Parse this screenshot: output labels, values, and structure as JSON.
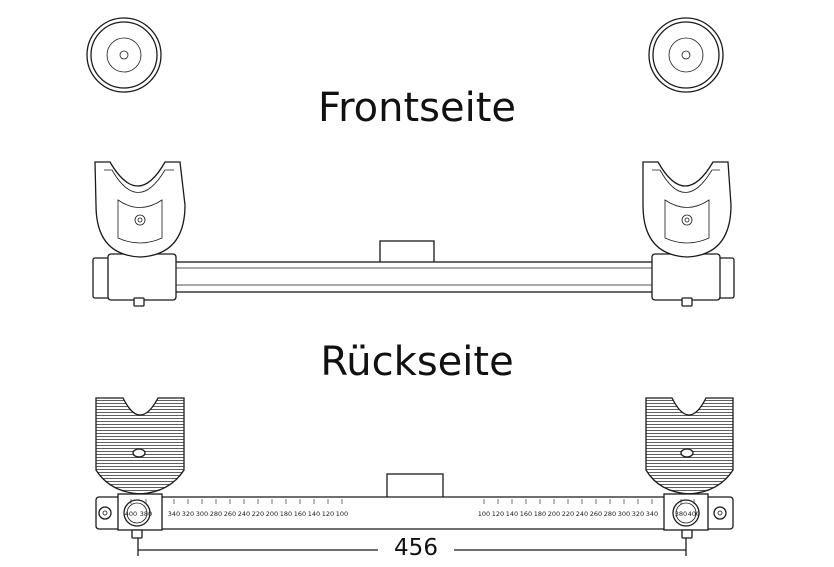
{
  "labels": {
    "front": "Frontseite",
    "back": "Rückseite",
    "dimension": "456"
  },
  "scale_left": [
    "400",
    "380",
    "340",
    "320",
    "300",
    "280",
    "260",
    "240",
    "220",
    "200",
    "180",
    "160",
    "140",
    "120",
    "100"
  ],
  "scale_right": [
    "100",
    "120",
    "140",
    "160",
    "180",
    "200",
    "220",
    "240",
    "260",
    "280",
    "300",
    "320",
    "340",
    "380",
    "400"
  ]
}
